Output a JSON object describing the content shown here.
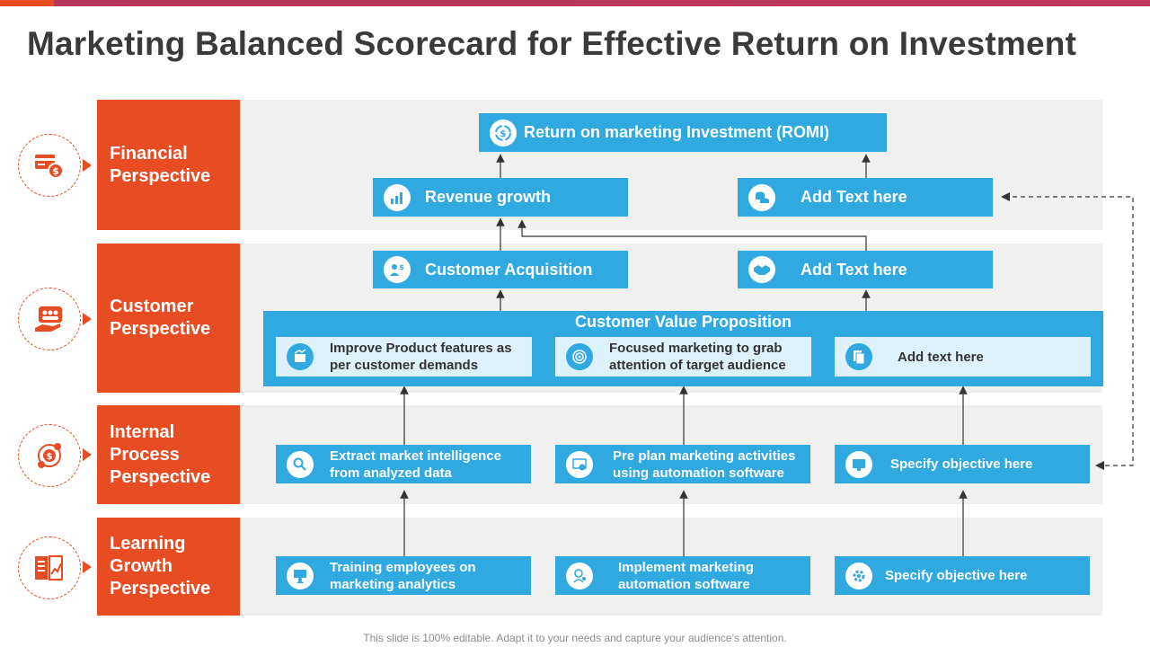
{
  "title": "Marketing Balanced Scorecard for Effective Return on Investment",
  "perspectives": [
    {
      "label": "Financial Perspective",
      "icon": "finance-icon"
    },
    {
      "label": "Customer Perspective",
      "icon": "customer-icon"
    },
    {
      "label": "Internal Process Perspective",
      "icon": "process-icon"
    },
    {
      "label": "Learning Growth Perspective",
      "icon": "learning-icon"
    }
  ],
  "financial": {
    "romi": "Return on marketing Investment (ROMI)",
    "revenue": "Revenue growth",
    "add_text": "Add Text here"
  },
  "customer": {
    "acquisition": "Customer Acquisition",
    "add_text": "Add Text here",
    "cvp_title": "Customer Value Proposition",
    "cvp_items": [
      "Improve Product features as per customer demands",
      "Focused marketing to grab attention of target audience",
      "Add text here"
    ]
  },
  "internal": {
    "items": [
      "Extract market intelligence from analyzed data",
      "Pre plan marketing activities using automation software",
      "Specify objective here"
    ]
  },
  "learning": {
    "items": [
      "Training employees on marketing analytics",
      "Implement marketing automation software",
      "Specify objective here"
    ]
  },
  "footer": "This slide is 100% editable. Adapt it to your needs and capture your audience’s attention.",
  "colors": {
    "accent": "#e84c22",
    "box": "#2fa9df",
    "band": "#f0f0f0",
    "title": "#3a3a3a"
  }
}
